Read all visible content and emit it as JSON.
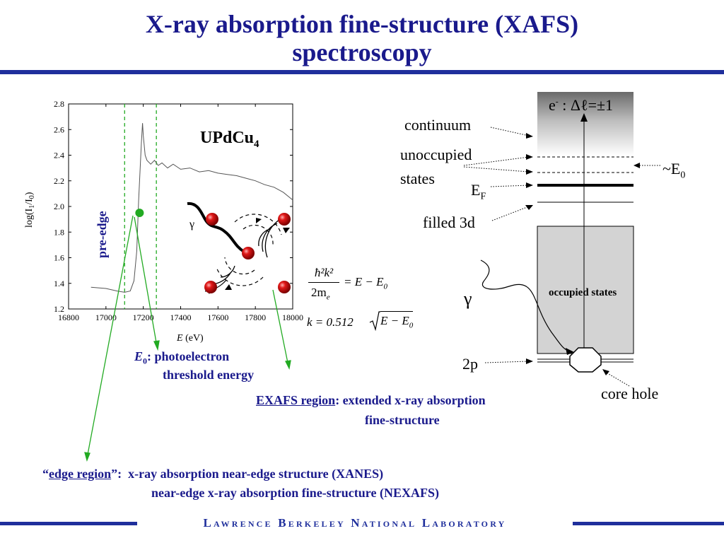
{
  "title_line1": "X-ray absorption fine-structure (XAFS)",
  "title_line2": "spectroscopy",
  "footer_text": "Lawrence Berkeley National Laboratory",
  "chart_data": {
    "type": "line",
    "title": "UPdCu",
    "title_sub": "4",
    "xlabel_italic": "E",
    "xlabel_unit": " (eV)",
    "ylabel": "log(I",
    "xlim": [
      16800,
      18000
    ],
    "ylim": [
      1.2,
      2.8
    ],
    "x_ticks": [
      "16800",
      "17000",
      "17200",
      "17400",
      "17600",
      "17800",
      "18000"
    ],
    "y_ticks": [
      "1.2",
      "1.4",
      "1.6",
      "1.8",
      "2.0",
      "2.2",
      "2.4",
      "2.6",
      "2.8"
    ],
    "series": [
      {
        "x": [
          16920,
          17000,
          17060,
          17100,
          17130,
          17150,
          17165,
          17175,
          17185,
          17190,
          17196,
          17200,
          17210,
          17220,
          17240,
          17260,
          17280,
          17300,
          17330,
          17360,
          17400,
          17450,
          17500,
          17550,
          17600,
          17650,
          17700,
          17750,
          17800,
          17850,
          17900,
          17950,
          18000
        ],
        "y": [
          1.37,
          1.36,
          1.34,
          1.33,
          1.34,
          1.42,
          1.65,
          2.05,
          2.35,
          2.5,
          2.65,
          2.55,
          2.4,
          2.36,
          2.33,
          2.36,
          2.32,
          2.34,
          2.3,
          2.33,
          2.29,
          2.3,
          2.27,
          2.28,
          2.26,
          2.25,
          2.24,
          2.22,
          2.2,
          2.17,
          2.15,
          2.11,
          2.05
        ]
      }
    ],
    "vlines_x": [
      17100,
      17270
    ],
    "marker": {
      "x": 17180,
      "y": 1.95
    },
    "annotation": "pre-edge"
  },
  "labels": {
    "continuum": "continuum",
    "unoccupied": "unoccupied",
    "states": "states",
    "ef_main": "E",
    "ef_sub": "F",
    "filled3d": "filled 3d",
    "e0_prefix": "~E",
    "e0_sub": "0",
    "electron_e": "e",
    "electron_sup": "-",
    "selection_rule": " : Δℓ=±1",
    "gamma": "γ",
    "gamma_small": "γ",
    "occupied_states": "occupied states",
    "p2": "2p",
    "core_hole": "core hole"
  },
  "equations": {
    "eq1_num": "ħ²k²",
    "eq1_den": "2m",
    "eq1_den_sub": "e",
    "eq1_rhs": "= E − E",
    "eq1_rhs_sub": "0",
    "eq2_lhs": "k = 0.512",
    "eq2_rad": "E − E",
    "eq2_rad_sub": "0"
  },
  "e0_note": {
    "e0": "E",
    "sub": "0",
    "line1": ": photoelectron",
    "line2": "threshold energy"
  },
  "exafs": {
    "link": "EXAFS region",
    "line1": ": extended x-ray absorption",
    "line2": "fine-structure"
  },
  "edge": {
    "open_quote": "“",
    "link": "edge region",
    "close": "”:",
    "line1": "x-ray absorption near-edge structure (XANES)",
    "line2": "near-edge x-ray absorption fine-structure (NEXAFS)"
  },
  "colors": {
    "title": "#1a1a8c",
    "bars": "#1f2f9c",
    "green": "#22aa22",
    "atom": "#cc1111"
  }
}
